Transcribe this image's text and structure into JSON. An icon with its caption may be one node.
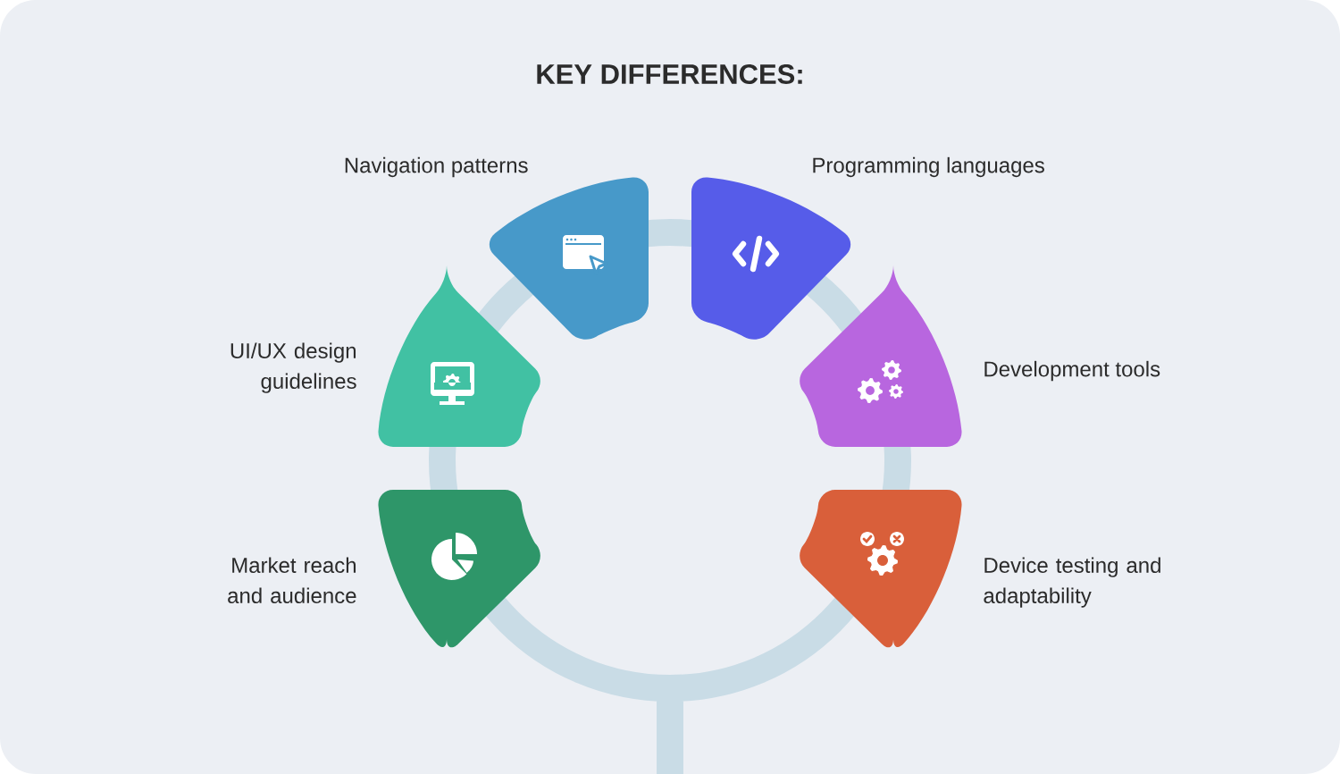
{
  "diagram": {
    "title": "KEY DIFFERENCES:",
    "nodes": [
      {
        "text": [
          "Navigation patterns"
        ]
      },
      {
        "text": [
          "Programming languages"
        ]
      },
      {
        "text": [
          "UI/UX design guidelines"
        ]
      },
      {
        "text": [
          "Development tools"
        ]
      },
      {
        "text": [
          "Market reach and audience"
        ]
      },
      {
        "text": [
          "Device testing and adaptability"
        ]
      }
    ]
  }
}
